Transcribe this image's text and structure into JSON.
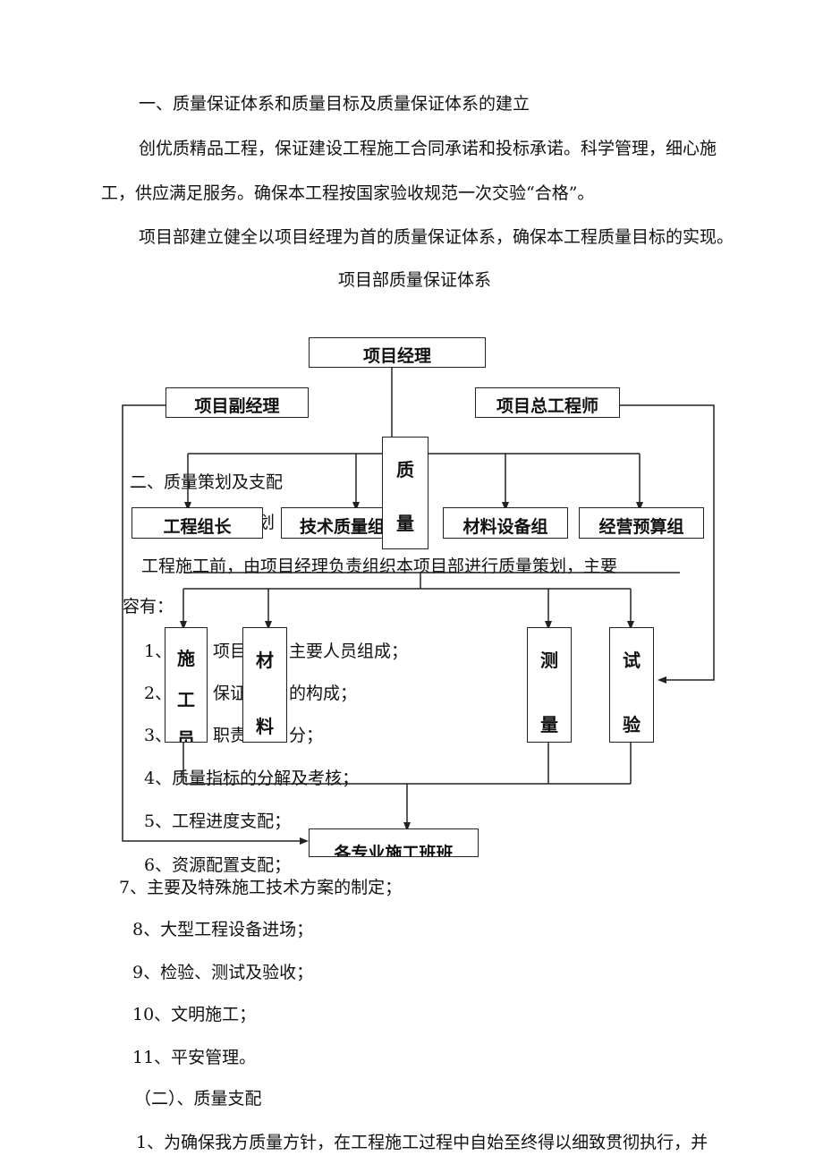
{
  "doc": {
    "heading1": "一、质量保证体系和质量目标及质量保证体系的建立",
    "para1_line1": "创优质精品工程，保证建设工程施工合同承诺和投标承诺。科学管理，细心施",
    "para1_line2": "工，供应满足服务。确保本工程按国家验收规范一次交验“合格”。",
    "para2": "项目部建立健全以项目经理为首的质量保证体系，确保本工程质量目标的实现。",
    "chart_title": "项目部质量保证体系"
  },
  "org": {
    "manager": "项目经理",
    "deputy": "项目副经理",
    "chief_engineer": "项目总工程师",
    "quality_v": [
      "质",
      "量"
    ],
    "group1": "工程组长",
    "group2": "技术质量组",
    "group3": "材料设备组",
    "group4": "经营预算组",
    "team_construction": [
      "施",
      "工",
      "员"
    ],
    "team_material": [
      "材",
      "料"
    ],
    "team_survey": [
      "测",
      "量"
    ],
    "team_test": [
      "试",
      "验"
    ],
    "bottom": "各专业施工班班"
  },
  "overlap": {
    "section2": "二、质量策划及支配",
    "frag_hua": "划",
    "line_plan": "工程施工前，由项目经理负责组织本项目部进行质量策划，主要",
    "line_content": "容有：",
    "item1_a": "1、",
    "item1_b": "项目",
    "item1_c": "主要人员组成；",
    "item2_a": "2、",
    "item2_b": "保证",
    "item2_c": "的构成；",
    "item3_a": "3、",
    "item3_b": "职责",
    "item3_c": "分；",
    "item4": "4、质量指标的分解及考核；",
    "item5": "5、工程进度支配；",
    "item6": "6、资源配置支配；"
  },
  "list": {
    "item7": "7、主要及特殊施工技术方案的制定；",
    "item8": "8、大型工程设备进场；",
    "item9": "9、检验、测试及验收；",
    "item10": "10、文明施工；",
    "item11": "11、平安管理。",
    "sub2": "（二）、质量支配",
    "last": "1、为确保我方质量方针，在工程施工过程中自始至终得以细致贯彻执行，并"
  }
}
